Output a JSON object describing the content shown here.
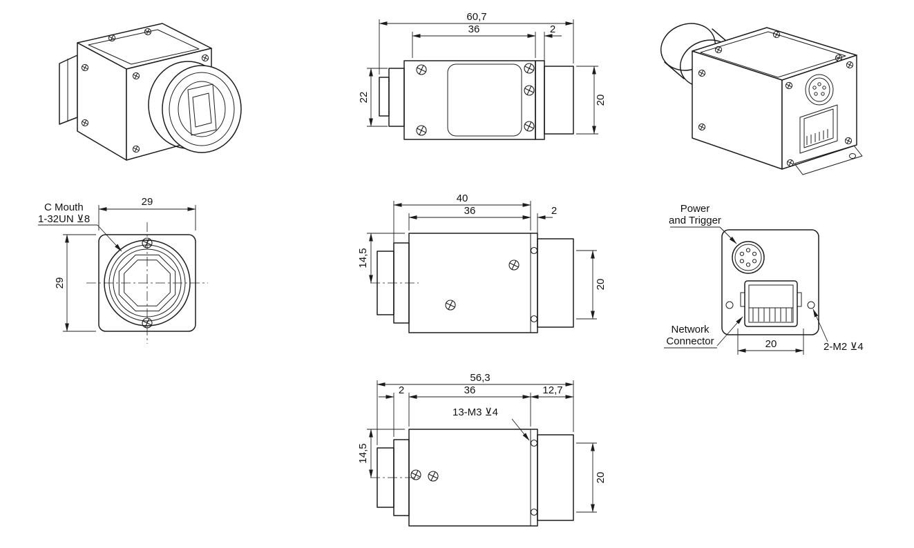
{
  "drawing": {
    "kind": "technical dimension drawing",
    "subject": "industrial area-scan camera outline drawing",
    "units": "mm",
    "ink": "#1c1c1c",
    "background": "#ffffff"
  },
  "top_view": {
    "dim_total_length": "60,7",
    "dim_body_length": "36",
    "dim_front_offset": "2",
    "dim_rear_width": "22",
    "dim_front_width": "20"
  },
  "front_view": {
    "mount_label_line1": "C Mouth",
    "mount_label_line2": "1-32UN ⊻8",
    "dim_width": "29",
    "dim_height": "29"
  },
  "side_view": {
    "dim_total_length": "40",
    "dim_body_length": "36",
    "dim_front_offset": "2",
    "dim_top_to_axis": "14,5",
    "dim_hole_spacing": "20"
  },
  "rear_view": {
    "power_label_line1": "Power",
    "power_label_line2": "and Trigger",
    "network_label_line1": "Network",
    "network_label_line2": "Connector",
    "screw_note": "2-M2 ⊻4",
    "dim_connector_span": "20"
  },
  "bottom_view": {
    "dim_total_length": "56,3",
    "dim_rear_offset": "2",
    "dim_body_length": "36",
    "dim_mount_depth": "12,7",
    "thread_note": "13-M3 ⊻4",
    "dim_top_to_axis": "14,5",
    "dim_hole_spacing": "20"
  }
}
